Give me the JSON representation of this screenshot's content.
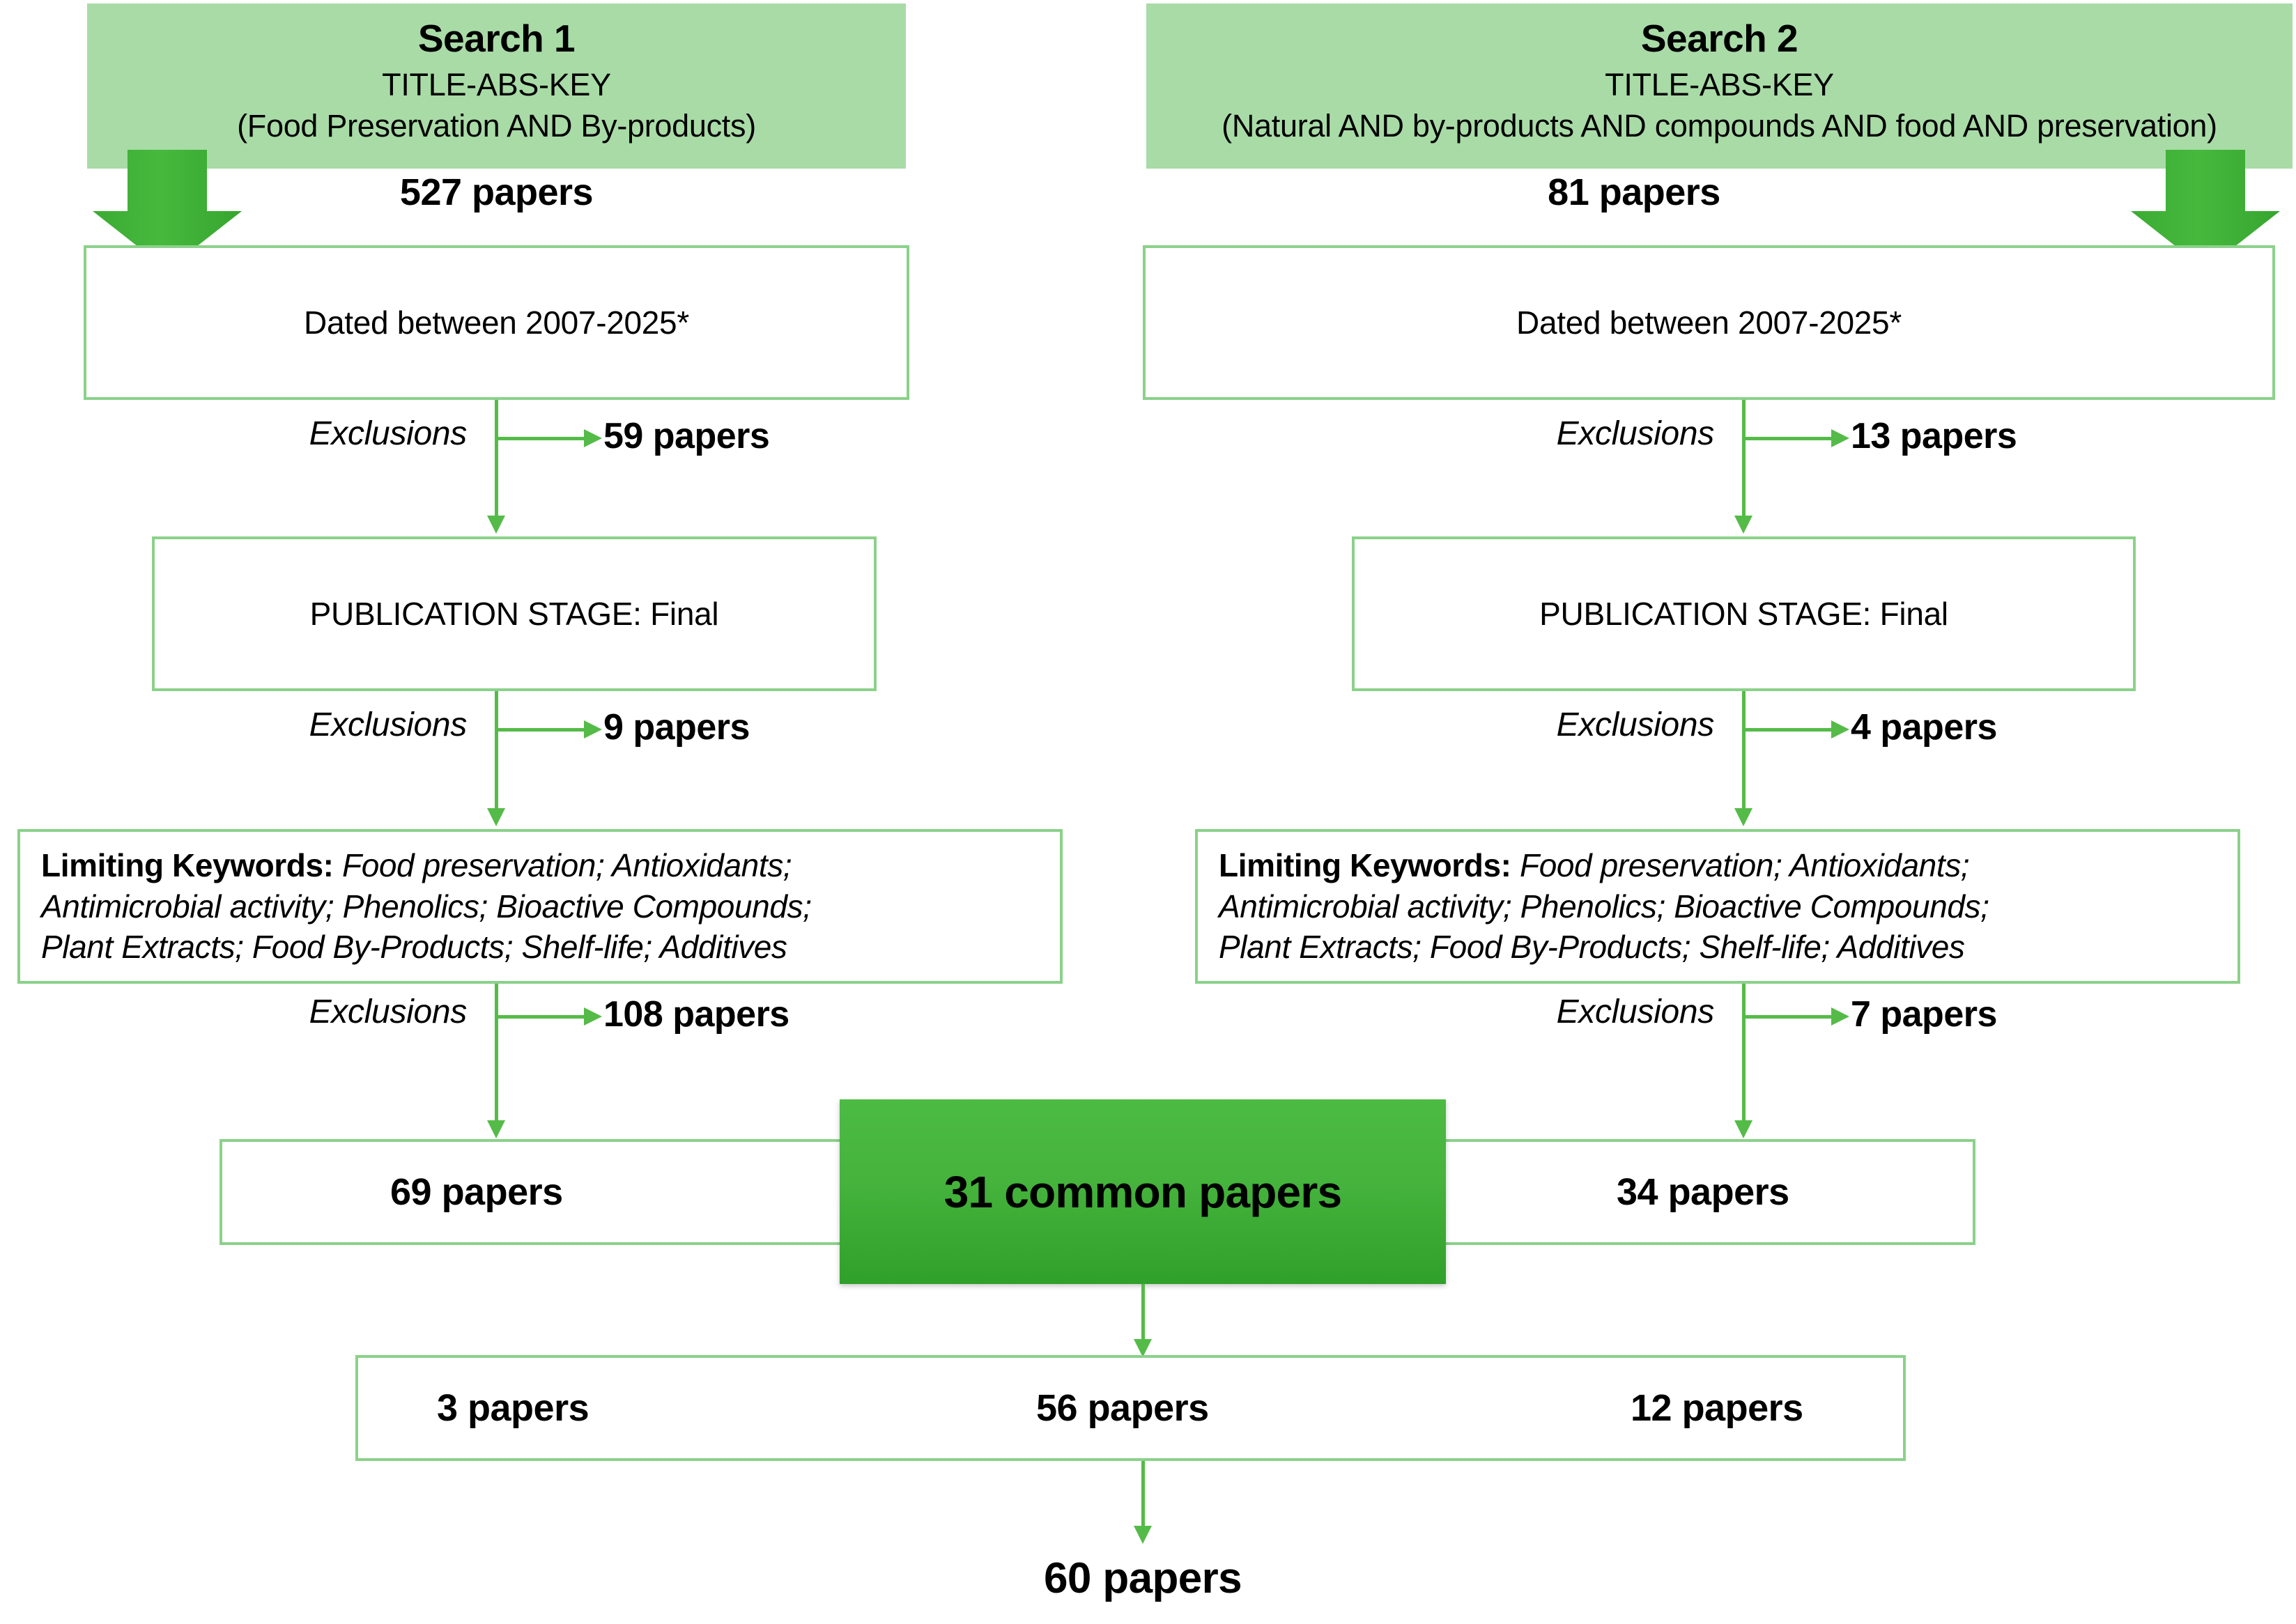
{
  "figure": {
    "type": "flowchart",
    "subtype": "prisma-literature-search",
    "accent_light": "#a9dba7",
    "accent_border": "#8bd18a",
    "accent_line": "#55bb48",
    "accent_dark_top": "#4cbb43",
    "accent_dark_bottom": "#2fa02a"
  },
  "searches": [
    {
      "title": "Search 1",
      "field": "TITLE-ABS-KEY",
      "query": "(Food Preservation AND By-products)",
      "initial_count": "527 papers",
      "steps": [
        {
          "box_label": "Dated between 2007-2025*",
          "exclusion_word": "Exclusions",
          "exclusion_count": "59 papers"
        },
        {
          "box_label": "PUBLICATION STAGE: Final",
          "exclusion_word": "Exclusions",
          "exclusion_count": "9 papers"
        }
      ],
      "keywords_box": {
        "label": "Limiting Keywords:",
        "line1": " Food preservation; Antioxidants;",
        "line2": "Antimicrobial activity; Phenolics; Bioactive Compounds;",
        "line3": "Plant Extracts; Food By-Products; Shelf-life; Additives",
        "exclusion_word": "Exclusions",
        "exclusion_count": "108 papers"
      },
      "result": "69 papers"
    },
    {
      "title": "Search 2",
      "field": "TITLE-ABS-KEY",
      "query": "(Natural AND by-products AND compounds AND food AND preservation)",
      "initial_count": "81 papers",
      "steps": [
        {
          "box_label": "Dated between 2007-2025*",
          "exclusion_word": "Exclusions",
          "exclusion_count": "13 papers"
        },
        {
          "box_label": "PUBLICATION STAGE: Final",
          "exclusion_word": "Exclusions",
          "exclusion_count": "4 papers"
        }
      ],
      "keywords_box": {
        "label": "Limiting Keywords:",
        "line1": " Food preservation; Antioxidants;",
        "line2": "Antimicrobial activity; Phenolics; Bioactive Compounds;",
        "line3": "Plant Extracts; Food By-Products; Shelf-life; Additives",
        "exclusion_word": "Exclusions",
        "exclusion_count": "7 papers"
      },
      "result": "34 papers"
    }
  ],
  "common": {
    "label": "31 common papers"
  },
  "screening_row": {
    "left": "3 papers",
    "center": "56 papers",
    "right": "12 papers"
  },
  "final": {
    "label": "60 papers"
  },
  "chart_data": {
    "type": "flow",
    "title": "Literature search and screening flow",
    "nodes": [
      {
        "id": "s1_header",
        "label": "Search 1 / TITLE-ABS-KEY / (Food Preservation AND By-products)",
        "value": 527
      },
      {
        "id": "s1_date",
        "label": "Dated between 2007-2025*",
        "excluded": 59
      },
      {
        "id": "s1_stage",
        "label": "PUBLICATION STAGE: Final",
        "excluded": 9
      },
      {
        "id": "s1_keywords",
        "label": "Limiting Keywords",
        "excluded": 108
      },
      {
        "id": "s1_result",
        "label": "69 papers",
        "value": 69
      },
      {
        "id": "s2_header",
        "label": "Search 2 / TITLE-ABS-KEY / (Natural AND by-products AND compounds AND food AND preservation)",
        "value": 81
      },
      {
        "id": "s2_date",
        "label": "Dated between 2007-2025*",
        "excluded": 13
      },
      {
        "id": "s2_stage",
        "label": "PUBLICATION STAGE: Final",
        "excluded": 4
      },
      {
        "id": "s2_keywords",
        "label": "Limiting Keywords",
        "excluded": 7
      },
      {
        "id": "s2_result",
        "label": "34 papers",
        "value": 34
      },
      {
        "id": "common",
        "label": "31 common papers",
        "value": 31
      },
      {
        "id": "screen_left",
        "label": "3 papers",
        "value": 3
      },
      {
        "id": "screen_center",
        "label": "56 papers",
        "value": 56
      },
      {
        "id": "screen_right",
        "label": "12 papers",
        "value": 12
      },
      {
        "id": "final",
        "label": "60 papers",
        "value": 60
      }
    ]
  }
}
